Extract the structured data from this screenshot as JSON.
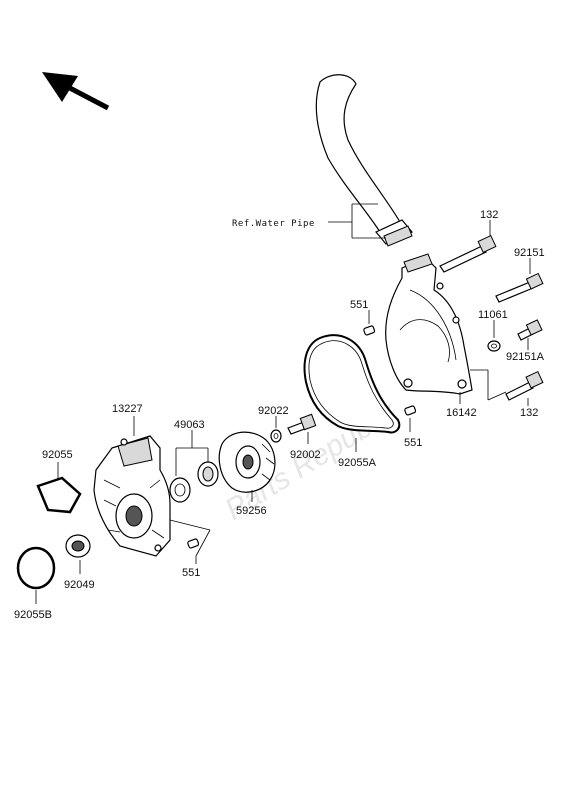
{
  "watermark": "Parts Republik",
  "reference_label": "Ref.Water Pipe",
  "part_labels": {
    "p132_top": "132",
    "p92151": "92151",
    "p551_top": "551",
    "p11061": "11061",
    "p92151A": "92151A",
    "p132_bottom": "132",
    "p16142": "16142",
    "p551_mid": "551",
    "p92022": "92022",
    "p49063": "49063",
    "p13227": "13227",
    "p92002": "92002",
    "p92055A": "92055A",
    "p92055": "92055",
    "p59256": "59256",
    "p551_bottom": "551",
    "p92049": "92049",
    "p92055B": "92055B"
  },
  "colors": {
    "line": "#000000",
    "background": "#ffffff",
    "shade": "#d9d9d9"
  }
}
